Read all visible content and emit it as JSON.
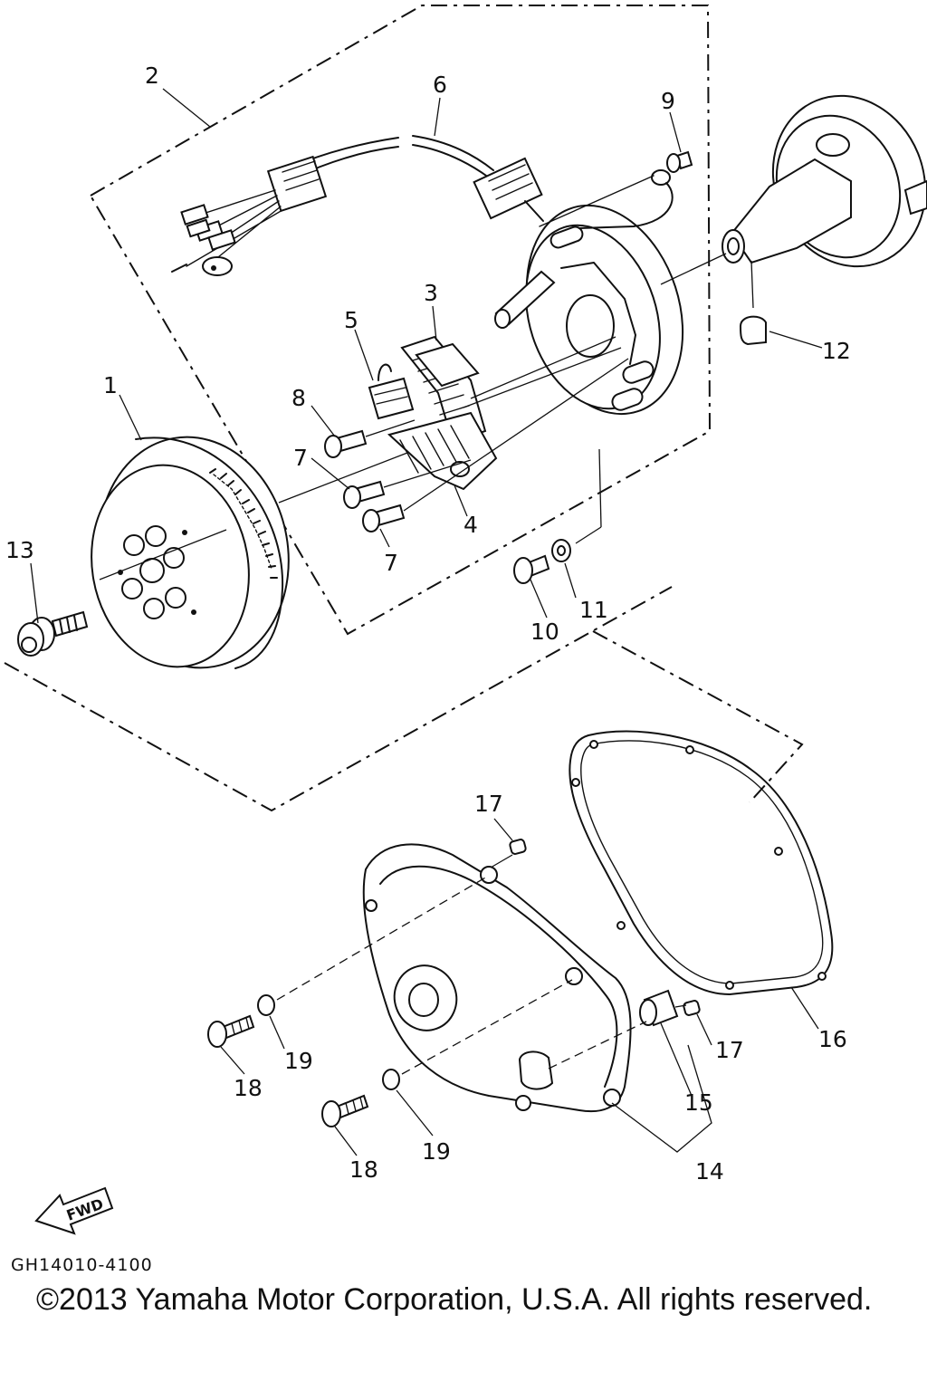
{
  "diagram": {
    "callouts": {
      "c1": "1",
      "c2": "2",
      "c3": "3",
      "c4": "4",
      "c5": "5",
      "c6": "6",
      "c7a": "7",
      "c7b": "7",
      "c8": "8",
      "c9": "9",
      "c10": "10",
      "c11": "11",
      "c12": "12",
      "c13": "13",
      "c14": "14",
      "c15": "15",
      "c16": "16",
      "c17a": "17",
      "c17b": "17",
      "c18a": "18",
      "c18b": "18",
      "c19a": "19",
      "c19b": "19"
    },
    "fwd_label": "FWD",
    "figure_code": "GH14010-4100",
    "copyright": "©2013 Yamaha Motor Corporation, U.S.A. All rights reserved."
  }
}
